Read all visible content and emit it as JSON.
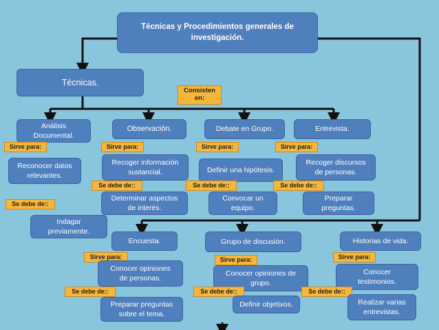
{
  "title": "Técnicas y Procedimientos generales de investigación.",
  "tecnicas": "Técnicas.",
  "consisten": "Consisten\nen:",
  "tecnicas_list": {
    "analisis": "Análisis\nDocumental.",
    "observacion": "Observación.",
    "debate": "Debate en Grupo.",
    "entrevista": "Entrevista."
  },
  "sirve_para": "Sirve para:",
  "se_debe_de": "Se debe de::",
  "se_debe_de_left": "Se debe de::",
  "analisis_detail": {
    "purpose": "Reconocer datos\nrelevantes.",
    "step": "Indagar\npreviamente."
  },
  "observacion_detail": {
    "purpose": "Recoger información\nsustancial.",
    "step": "Determinar aspectos\nde interés."
  },
  "debate_detail": {
    "purpose": "Definir una hipótesis.",
    "step": "Convocar un\nequipo."
  },
  "entrevista_detail": {
    "purpose": "Recoger discursos\nde personas.",
    "step": "Preparar\npreguntas."
  },
  "procedimientos": {
    "encuesta": "Encuesta.",
    "grupo": "Grupo de discusión.",
    "historias": "Historias de vida."
  },
  "encuesta_detail": {
    "purpose": "Conocer opiniones\nde personas.",
    "step": "Preparar preguntas\nsobre el tema."
  },
  "grupo_detail": {
    "purpose": "Conocer opiniones de\ngrupo.",
    "step": "Definir objetivos."
  },
  "historias_detail": {
    "purpose": "Conocer\ntestimonios.",
    "step": "Realizar varias\nentrevistas."
  },
  "colors": {
    "background": "#8ac5de",
    "box": "#4f7fbd",
    "tag": "#f6b63b",
    "arrow": "#111111"
  }
}
